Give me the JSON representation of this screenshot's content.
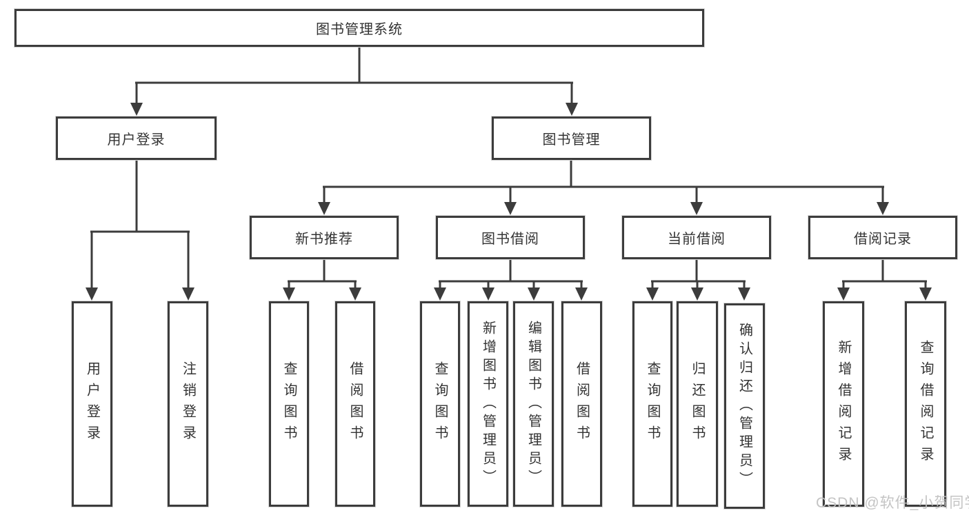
{
  "tree": {
    "root": {
      "label": "图书管理系统"
    },
    "branches": [
      {
        "label": "用户登录",
        "children": [
          {
            "label": "用户登录"
          },
          {
            "label": "注销登录"
          }
        ]
      },
      {
        "label": "图书管理",
        "children": [
          {
            "label": "新书推荐",
            "children": [
              {
                "label": "查询图书"
              },
              {
                "label": "借阅图书"
              }
            ]
          },
          {
            "label": "图书借阅",
            "children": [
              {
                "label": "查询图书"
              },
              {
                "label": "新增图书（管理员）"
              },
              {
                "label": "编辑图书（管理员）"
              },
              {
                "label": "借阅图书"
              }
            ]
          },
          {
            "label": "当前借阅",
            "children": [
              {
                "label": "查询图书"
              },
              {
                "label": "归还图书"
              },
              {
                "label": "确认归还（管理员）"
              }
            ]
          },
          {
            "label": "借阅记录",
            "children": [
              {
                "label": "新增借阅记录"
              },
              {
                "label": "查询借阅记录"
              }
            ]
          }
        ]
      }
    ]
  },
  "watermark": {
    "text": "CSDN @软件_小贺同学"
  },
  "colors": {
    "line": "#3c3c3c",
    "box_border": "#3c3c3c",
    "box_fill": "#ffffff",
    "text": "#333333",
    "watermark": "#c1c1c1",
    "background": "#ffffff"
  }
}
